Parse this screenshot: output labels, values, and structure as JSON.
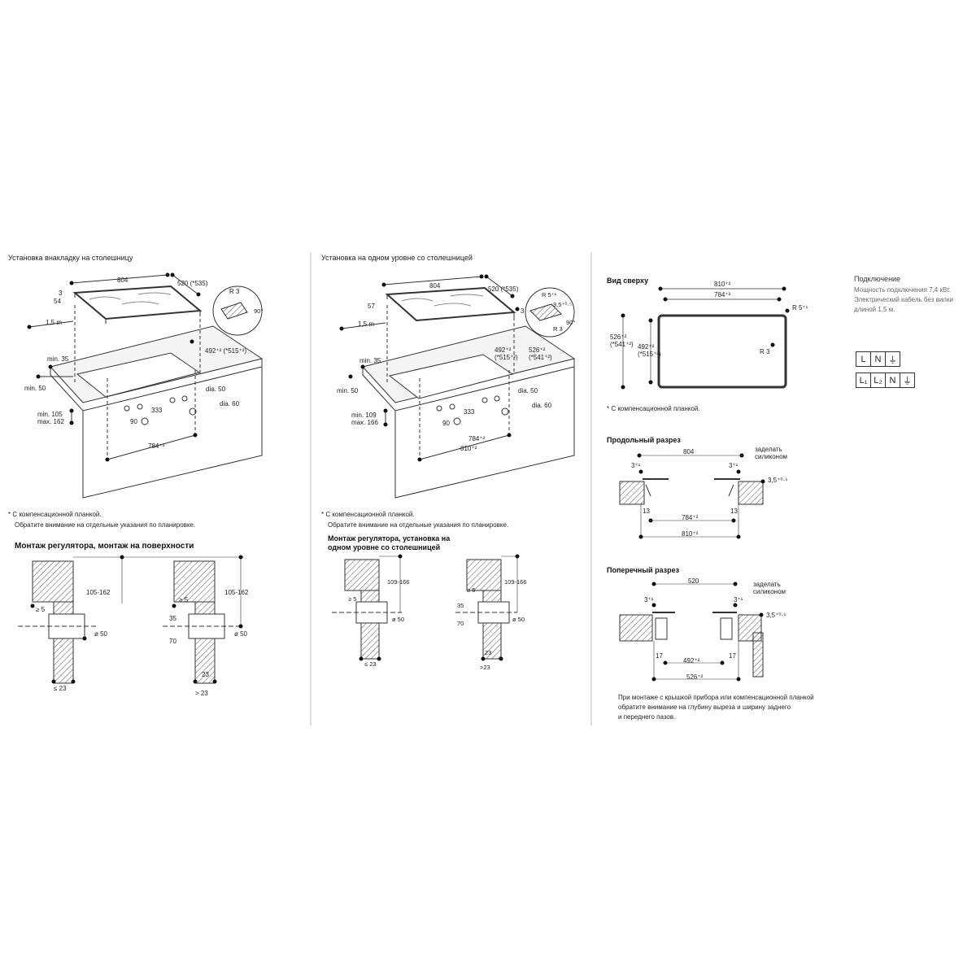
{
  "left": {
    "title": "Установка внакладку на столешницу",
    "dims": {
      "w804": "804",
      "d520": "520 (*535)",
      "r3": "R 3",
      "deg90": "90°",
      "h3": "3",
      "h54": "54",
      "cable": "1,5 m",
      "min35": "min. 35",
      "min50": "min. 50",
      "d492": "492⁺² (*515⁺²)",
      "dia50": "dia. 50",
      "dia60": "dia. 60",
      "d333": "333",
      "d90": "90",
      "minmax": "min. 105\nmax. 162",
      "w784": "784⁺²"
    },
    "notes": [
      "* С компенсационной планкой.",
      "Обратите внимание на отдельные указания по планировке."
    ],
    "regulator_title": "Монтаж регулятора, монтаж на поверхности",
    "regulator": {
      "ge5a": "≥ 5",
      "range": "105-162",
      "dia": "ø 50",
      "le23": "≤ 23",
      "ge5b": "≥ 5",
      "h35": "35",
      "h70": "70",
      "range2": "105-162",
      "dia2": "ø 50",
      "d23": "23",
      "gt23": "> 23"
    }
  },
  "middle": {
    "title": "Установка на одном уровне со столешницей",
    "dims": {
      "w804": "804",
      "d520": "520 (*535)",
      "r5": "R 5⁺¹",
      "r3": "R 3",
      "d35": "3,5⁺⁰·⁵",
      "deg90": "90°",
      "h57": "57",
      "h3": "3",
      "cable": "1,5 m",
      "min35": "min. 35",
      "min50": "min. 50",
      "d492": "492⁺²\n(*515⁺²)",
      "d526": "526⁺²\n(*541⁺²)",
      "dia50": "dia. 50",
      "dia60": "dia. 60",
      "d333": "333",
      "d90": "90",
      "minmax": "min. 109\nmax. 166",
      "w784": "784⁺²",
      "w810": "810⁺²"
    },
    "notes": [
      "* С компенсационной планкой.",
      "Обратите внимание на отдельные указания по планировке."
    ],
    "regulator_title": "Монтаж регулятора, установка на одном уровне со столешницей",
    "regulator": {
      "ge5a": "≥ 5",
      "range": "109-166",
      "dia": "ø 50",
      "le23": "≤ 23",
      "ge5b": "≥ 5",
      "h35": "35",
      "h70": "70",
      "range2": "109-166",
      "dia2": "ø 50",
      "d23": "23",
      "gt23": ">23"
    }
  },
  "right": {
    "top_view_title": "Вид сверху",
    "top": {
      "w810": "810⁺²",
      "w784": "784⁺²",
      "r5": "R 5⁺¹",
      "r3": "R 3",
      "d526": "526⁺²\n(*541⁺²)",
      "d492": "492⁺²\n(*515⁺²)"
    },
    "top_note": "* С компенсационной планкой.",
    "long_title": "Продольный разрез",
    "long": {
      "w804": "804",
      "seal": "заделать\nсиликоном",
      "h3a": "3⁺¹",
      "h3b": "3⁺¹",
      "d35": "3,5⁺⁰·⁵",
      "d13a": "13",
      "d13b": "13",
      "w784": "784⁺²",
      "w810": "810⁺²"
    },
    "cross_title": "Поперечный разрез",
    "cross": {
      "w520": "520",
      "seal": "заделать\nсиликоном",
      "h3a": "3⁺¹",
      "h3b": "3⁺¹",
      "d35": "3,5⁺⁰·⁵",
      "d17a": "17",
      "d17b": "17",
      "w492": "492⁺²",
      "w526": "526⁺²"
    },
    "footnote": "При монтаже с крышкой прибора или компенсационной планкой\nобратите внимание на глубину выреза и ширину заднего\nи переднего пазов."
  },
  "connection": {
    "title": "Подключение",
    "line1": "Мощность подключения 7,4 кВт.",
    "line2": "Электрический кабель без вилки",
    "line3": "длиной 1,5 м.",
    "row1": [
      "L",
      "N",
      "⏚"
    ],
    "row2": [
      "L₁",
      "L₂",
      "N",
      "⏚"
    ]
  }
}
